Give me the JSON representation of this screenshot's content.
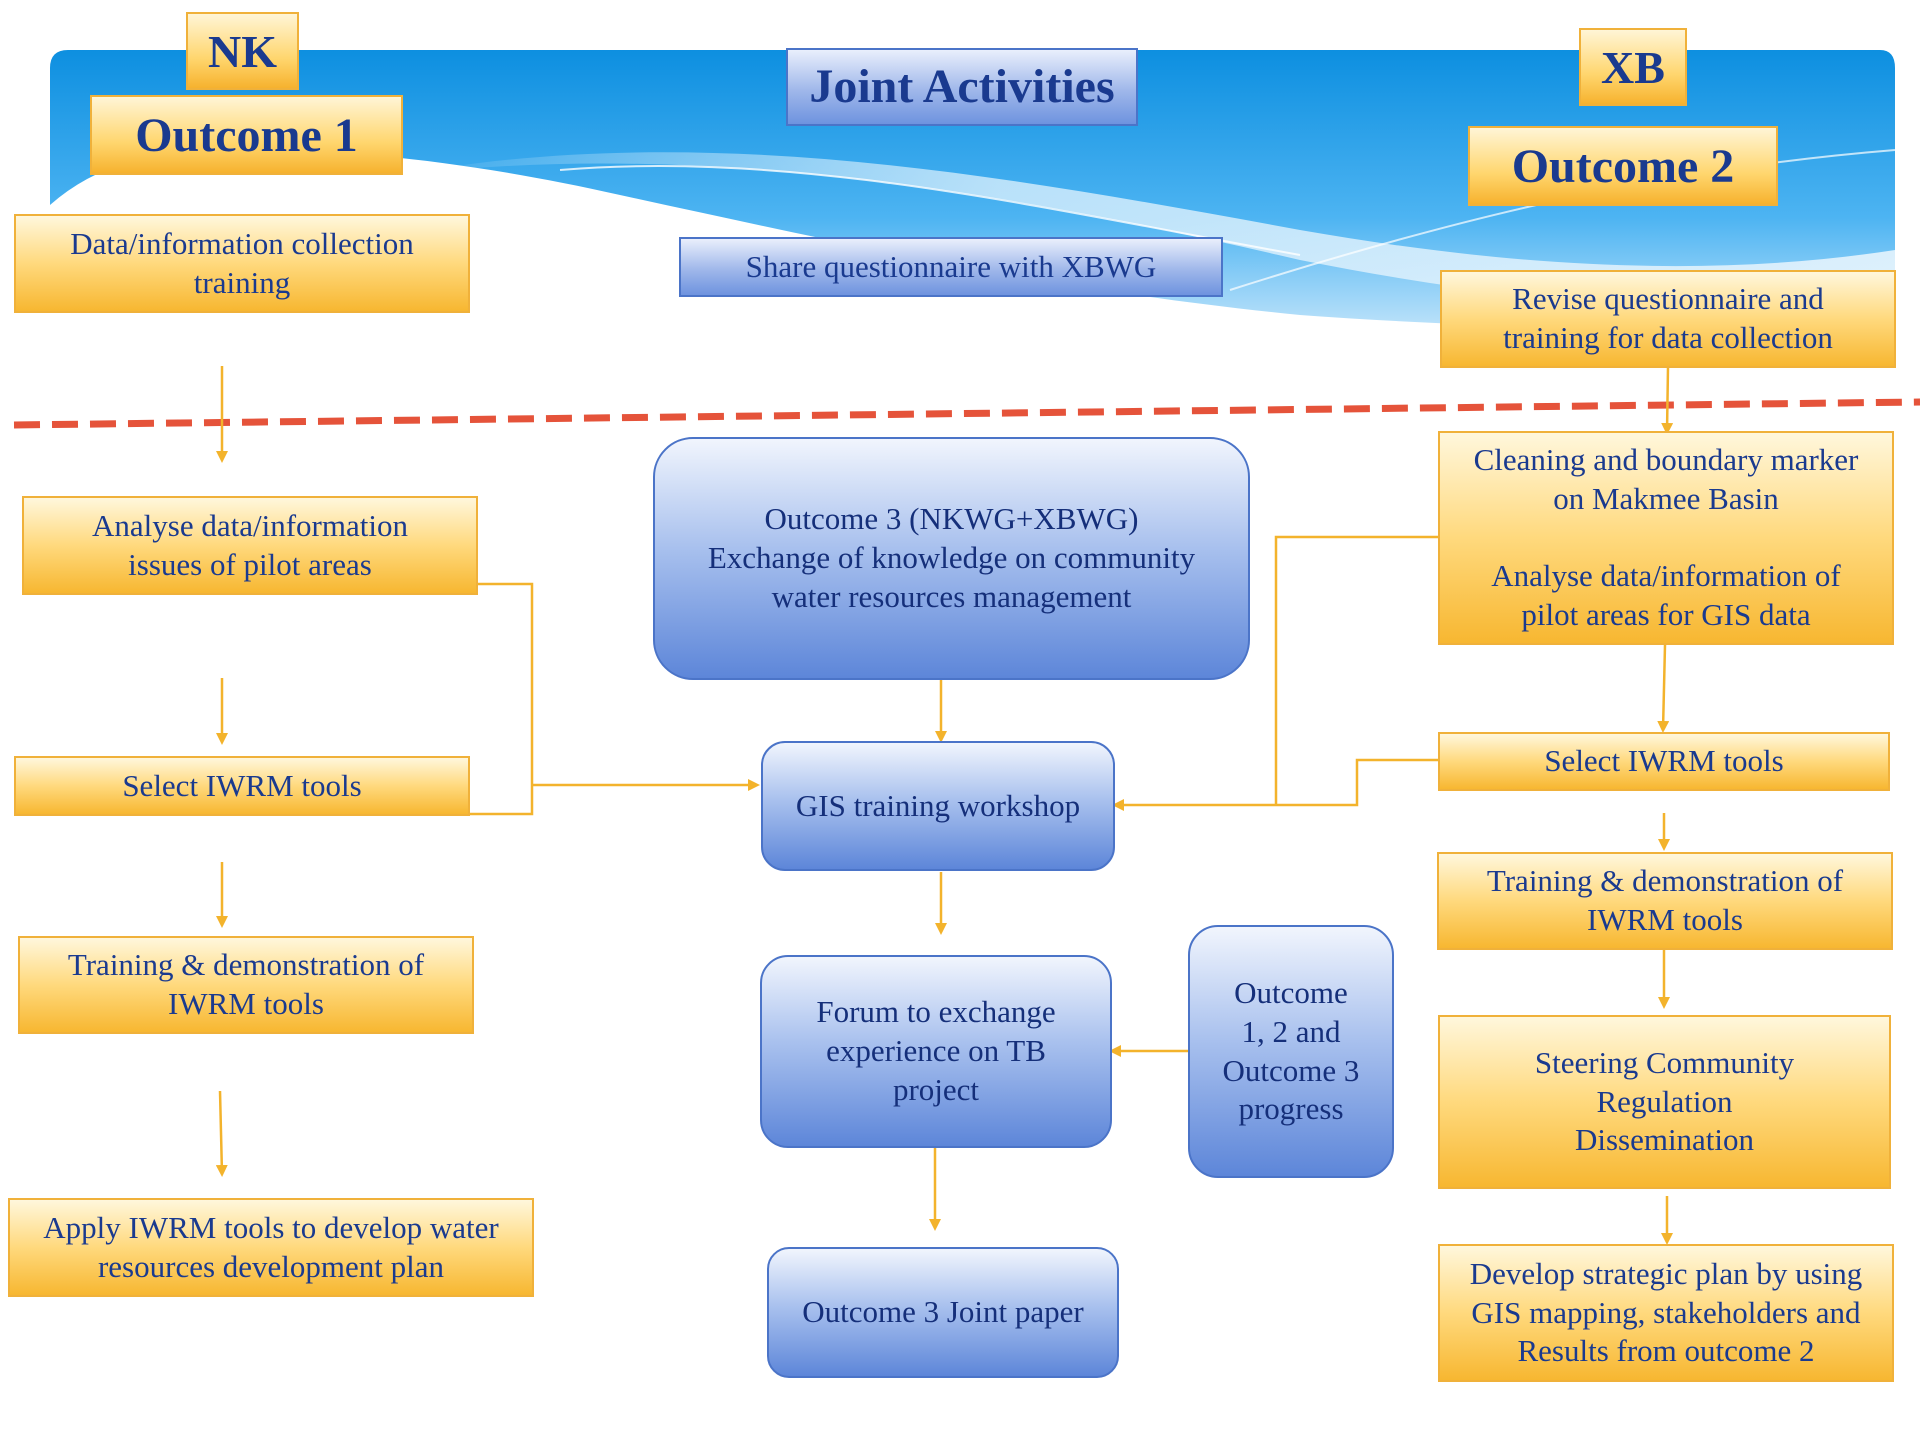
{
  "header": {
    "nk_label": "NK",
    "xb_label": "XB",
    "outcome1_label": "Outcome 1",
    "outcome2_label": "Outcome 2",
    "joint_label": "Joint Activities"
  },
  "left": {
    "data_collection": "Data/information collection\ntraining",
    "analyse": "Analyse data/information\nissues of pilot areas",
    "select_tools": "Select IWRM tools",
    "training_demo": "Training & demonstration of\nIWRM tools",
    "apply_tools": "Apply IWRM tools to develop water\nresources development plan"
  },
  "center": {
    "share_questionnaire": "Share questionnaire with XBWG",
    "outcome3": "Outcome 3 (NKWG+XBWG)\nExchange of knowledge on community\nwater resources management",
    "gis_workshop": "GIS training workshop",
    "forum": "Forum to exchange\nexperience on TB\nproject",
    "progress": "Outcome\n1, 2 and\nOutcome 3\nprogress",
    "joint_paper": "Outcome 3 Joint paper"
  },
  "right": {
    "revise_questionnaire": "Revise questionnaire and\ntraining for data collection",
    "cleaning_analyse": "Cleaning and boundary marker\non Makmee Basin\n\nAnalyse data/information of\npilot areas for GIS data",
    "select_tools": "Select IWRM tools",
    "training_demo": "Training & demonstration of\nIWRM tools",
    "steering": "Steering Community\nRegulation\nDissemination",
    "strategic_plan": "Develop strategic plan by using\nGIS mapping, stakeholders and\nResults from outcome 2"
  },
  "colors": {
    "text": "#1a3a8f",
    "orange_border": "#f0b13a",
    "blue_border": "#4b74c8",
    "arrow": "#f3b32c",
    "divider": "#e5533a",
    "banner": "#1f9ee6"
  },
  "connections": [
    {
      "from": "left-data-collection",
      "to": "left-analyse"
    },
    {
      "from": "left-analyse",
      "to": "left-select-tools"
    },
    {
      "from": "left-select-tools",
      "to": "left-training-demo"
    },
    {
      "from": "left-training-demo",
      "to": "left-apply-tools"
    },
    {
      "from": "left-analyse",
      "to": "gis-workshop"
    },
    {
      "from": "left-select-tools",
      "to": "gis-workshop"
    },
    {
      "from": "outcome3-box",
      "to": "gis-workshop"
    },
    {
      "from": "right-cleaning-analyse",
      "to": "gis-workshop"
    },
    {
      "from": "right-select-tools",
      "to": "gis-workshop"
    },
    {
      "from": "gis-workshop",
      "to": "forum"
    },
    {
      "from": "progress",
      "to": "forum"
    },
    {
      "from": "forum",
      "to": "joint-paper"
    },
    {
      "from": "right-revise-questionnaire",
      "to": "right-cleaning-analyse"
    },
    {
      "from": "right-cleaning-analyse",
      "to": "right-select-tools"
    },
    {
      "from": "right-select-tools",
      "to": "right-training-demo"
    },
    {
      "from": "right-training-demo",
      "to": "right-steering"
    },
    {
      "from": "right-steering",
      "to": "right-strategic-plan"
    }
  ]
}
